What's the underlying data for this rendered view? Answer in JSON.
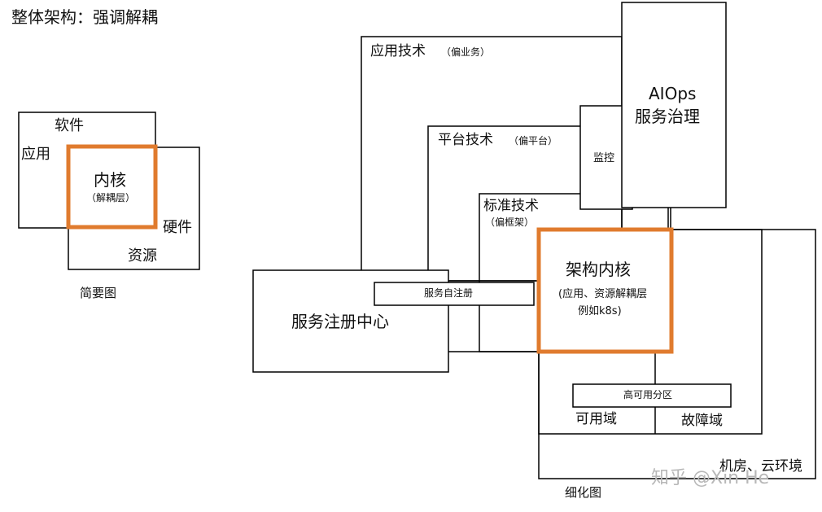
{
  "title": "整体架构：强调解耦",
  "simple": {
    "caption": "简要图",
    "software": "软件",
    "application": "应用",
    "kernel": "内核",
    "kernel_note": "（解耦层）",
    "hardware": "硬件",
    "resources": "资源"
  },
  "detail": {
    "caption": "细化图",
    "app_tech": "应用技术",
    "app_tech_note": "（偏业务）",
    "platform_tech": "平台技术",
    "platform_tech_note": "（偏平台）",
    "std_tech": "标准技术",
    "std_tech_note": "（偏框架）",
    "aiops_line1": "AIOps",
    "aiops_line2": "服务治理",
    "monitor": "监控",
    "core_title": "架构内核",
    "core_note1": "(应用、资源解耦层",
    "core_note2": "例如k8s)",
    "registry": "服务注册中心",
    "self_register": "服务自注册",
    "ha_partition": "高可用分区",
    "availability_zone": "可用域",
    "fault_domain": "故障域",
    "datacenter": "机房、云环境"
  },
  "watermark": "知乎 @Xin He",
  "colors": {
    "highlight": "#e07b2e",
    "line": "#000000"
  }
}
